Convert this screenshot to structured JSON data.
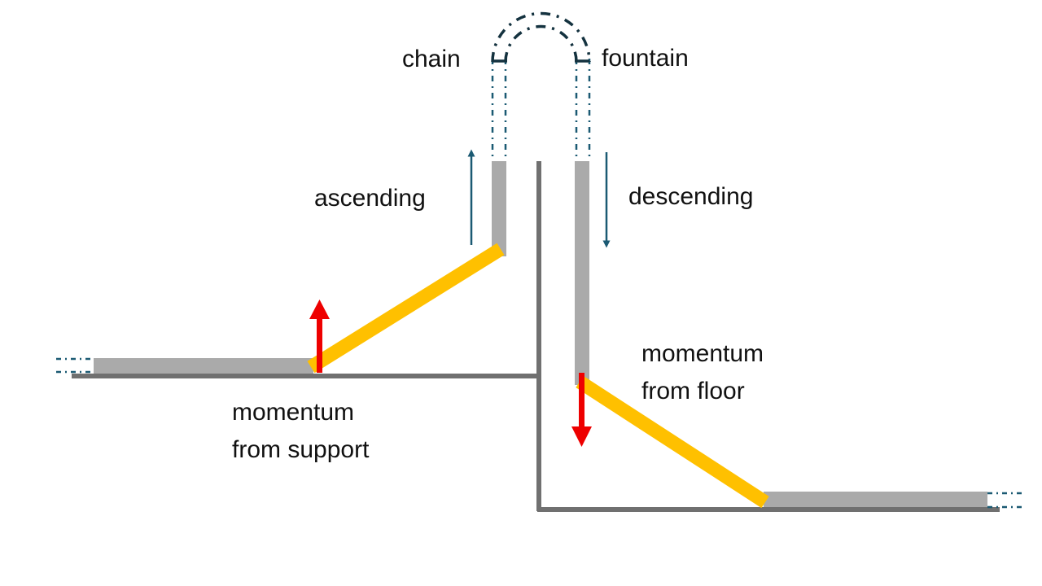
{
  "labels": {
    "chain": "chain",
    "fountain": "fountain",
    "ascending": "ascending",
    "descending": "descending",
    "momentum_floor_line1": "momentum",
    "momentum_floor_line2": "from floor",
    "momentum_support_line1": "momentum",
    "momentum_support_line2": "from support"
  },
  "colors": {
    "chain_rest": "#aaaaaa",
    "chain_moving": "#ffc000",
    "dashed_chain": "#1b5a73",
    "arc_dark": "#14323f",
    "support_surface": "#707070",
    "velocity_arrow": "#1b5a73",
    "force_arrow": "#ee0000"
  },
  "icons": {
    "velocity_up": "arrow-up-icon",
    "velocity_down": "arrow-down-icon",
    "force_up": "red-arrow-up-icon",
    "force_down": "red-arrow-down-icon"
  }
}
